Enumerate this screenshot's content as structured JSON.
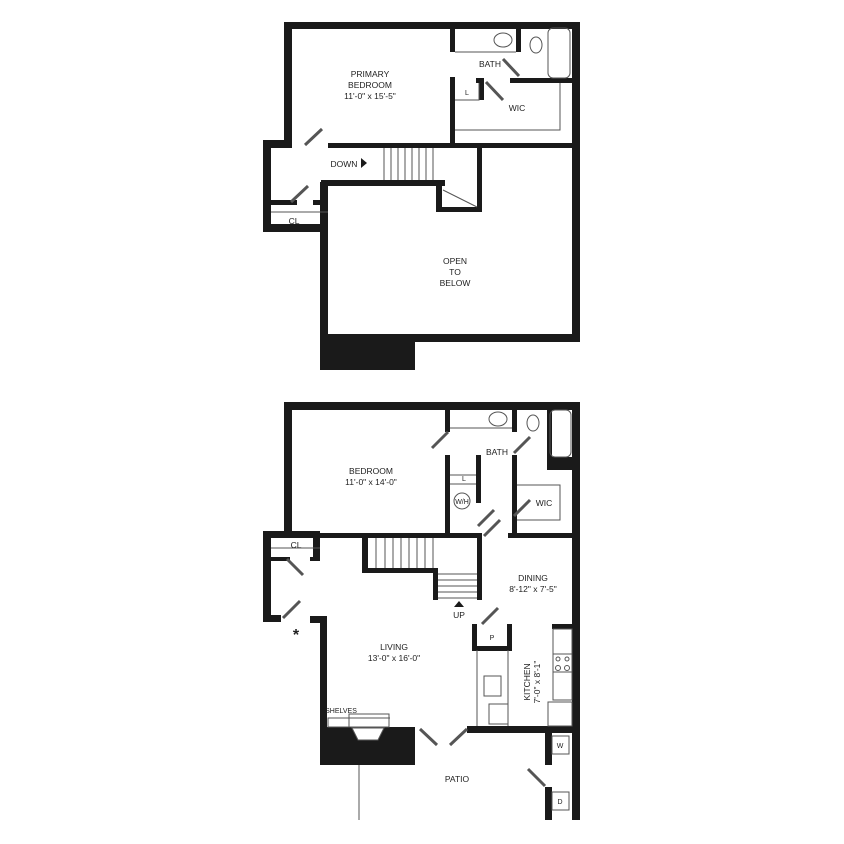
{
  "upper_floor": {
    "primary_bedroom": {
      "name": "PRIMARY",
      "name2": "BEDROOM",
      "size": "11'-0\" x 15'-5\""
    },
    "bath": "BATH",
    "wic": "WIC",
    "linen": "L",
    "stairs": "DOWN",
    "closet": "CL",
    "open": {
      "line1": "OPEN",
      "line2": "TO",
      "line3": "BELOW"
    }
  },
  "lower_floor": {
    "bedroom": {
      "name": "BEDROOM",
      "size": "11'-0\" x 14'-0\""
    },
    "bath": "BATH",
    "linen": "L",
    "water_heater": "W/H",
    "wic": "WIC",
    "closet": "CL",
    "dining": {
      "name": "DINING",
      "size": "8'-12\" x 7'-5\""
    },
    "stairs": "UP",
    "pantry": "P",
    "living": {
      "name": "LIVING",
      "size": "13'-0\" x 16'-0\""
    },
    "kitchen": {
      "name": "KITCHEN",
      "size": "7'-0\" x 8'-1\""
    },
    "shelves": "SHELVES",
    "washer": "W",
    "dryer": "D",
    "patio": "PATIO",
    "entry_marker": "*"
  }
}
